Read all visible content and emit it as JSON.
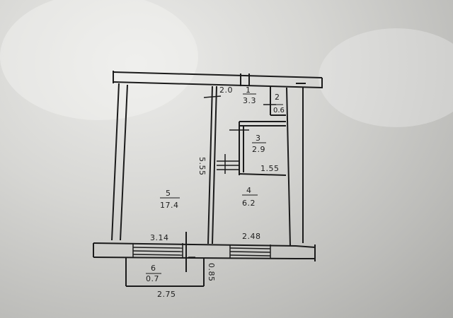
{
  "rooms": [
    {
      "id": "1",
      "area": "3.3"
    },
    {
      "id": "2",
      "area": "0.6"
    },
    {
      "id": "3",
      "area": "2.9"
    },
    {
      "id": "4",
      "area": "6.2"
    },
    {
      "id": "5",
      "area": "17.4"
    },
    {
      "id": "6",
      "area": "0.7"
    }
  ],
  "dimensions": {
    "corridor_width": "2.0",
    "partition_length": "5.55",
    "room3_width": "1.55",
    "room5_width": "3.14",
    "room4_width": "2.48",
    "balcony_depth": "0.85",
    "balcony_length": "2.75"
  },
  "colors": {
    "paper": "#d6d6d3",
    "ink": "#1b1b1b"
  }
}
